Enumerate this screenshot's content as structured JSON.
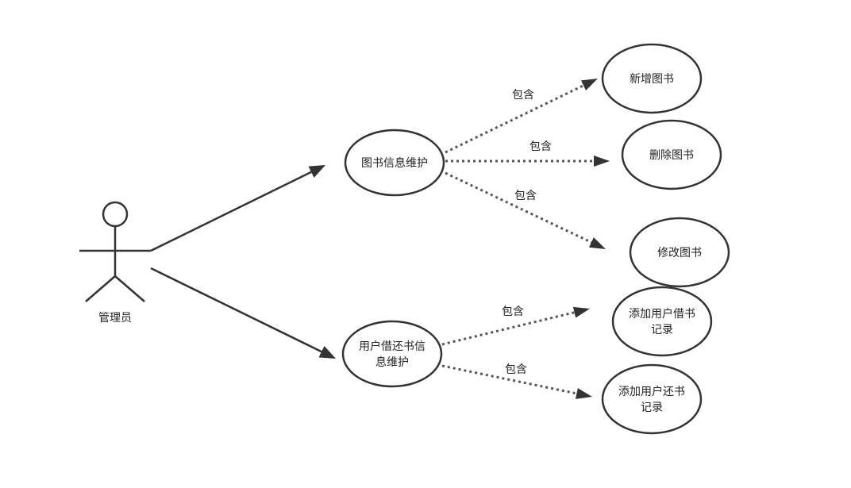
{
  "diagram": {
    "actor": {
      "id": "admin",
      "label": "管理员"
    },
    "use_cases": [
      {
        "id": "book_info",
        "lines": [
          "图书信息维护"
        ]
      },
      {
        "id": "borrow_info",
        "lines": [
          "用户借还书信",
          "息维护"
        ]
      },
      {
        "id": "add_book",
        "lines": [
          "新增图书"
        ]
      },
      {
        "id": "del_book",
        "lines": [
          "删除图书"
        ]
      },
      {
        "id": "mod_book",
        "lines": [
          "修改图书"
        ]
      },
      {
        "id": "add_borrow",
        "lines": [
          "添加用户借书",
          "记录"
        ]
      },
      {
        "id": "add_return",
        "lines": [
          "添加用户还书",
          "记录"
        ]
      }
    ],
    "associations": [
      {
        "from": "admin",
        "to": "book_info"
      },
      {
        "from": "admin",
        "to": "borrow_info"
      }
    ],
    "includes": [
      {
        "from": "book_info",
        "to": "add_book",
        "label": "包含"
      },
      {
        "from": "book_info",
        "to": "del_book",
        "label": "包含"
      },
      {
        "from": "book_info",
        "to": "mod_book",
        "label": "包含"
      },
      {
        "from": "borrow_info",
        "to": "add_borrow",
        "label": "包含"
      },
      {
        "from": "borrow_info",
        "to": "add_return",
        "label": "包含"
      }
    ],
    "colors": {
      "stroke": "#333333",
      "dotted": "#555555",
      "text": "#222222",
      "background": "#ffffff"
    }
  }
}
